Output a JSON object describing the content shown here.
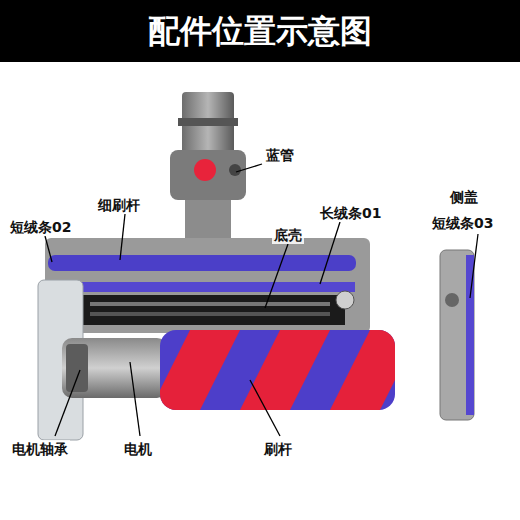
{
  "diagram": {
    "title": "配件位置示意图",
    "labels": [
      "蓝管",
      "细刷杆",
      "短绒条02",
      "长绒条01",
      "底壳",
      "侧盖",
      "短绒条03",
      "电机轴承",
      "电机",
      "刷杆"
    ]
  }
}
